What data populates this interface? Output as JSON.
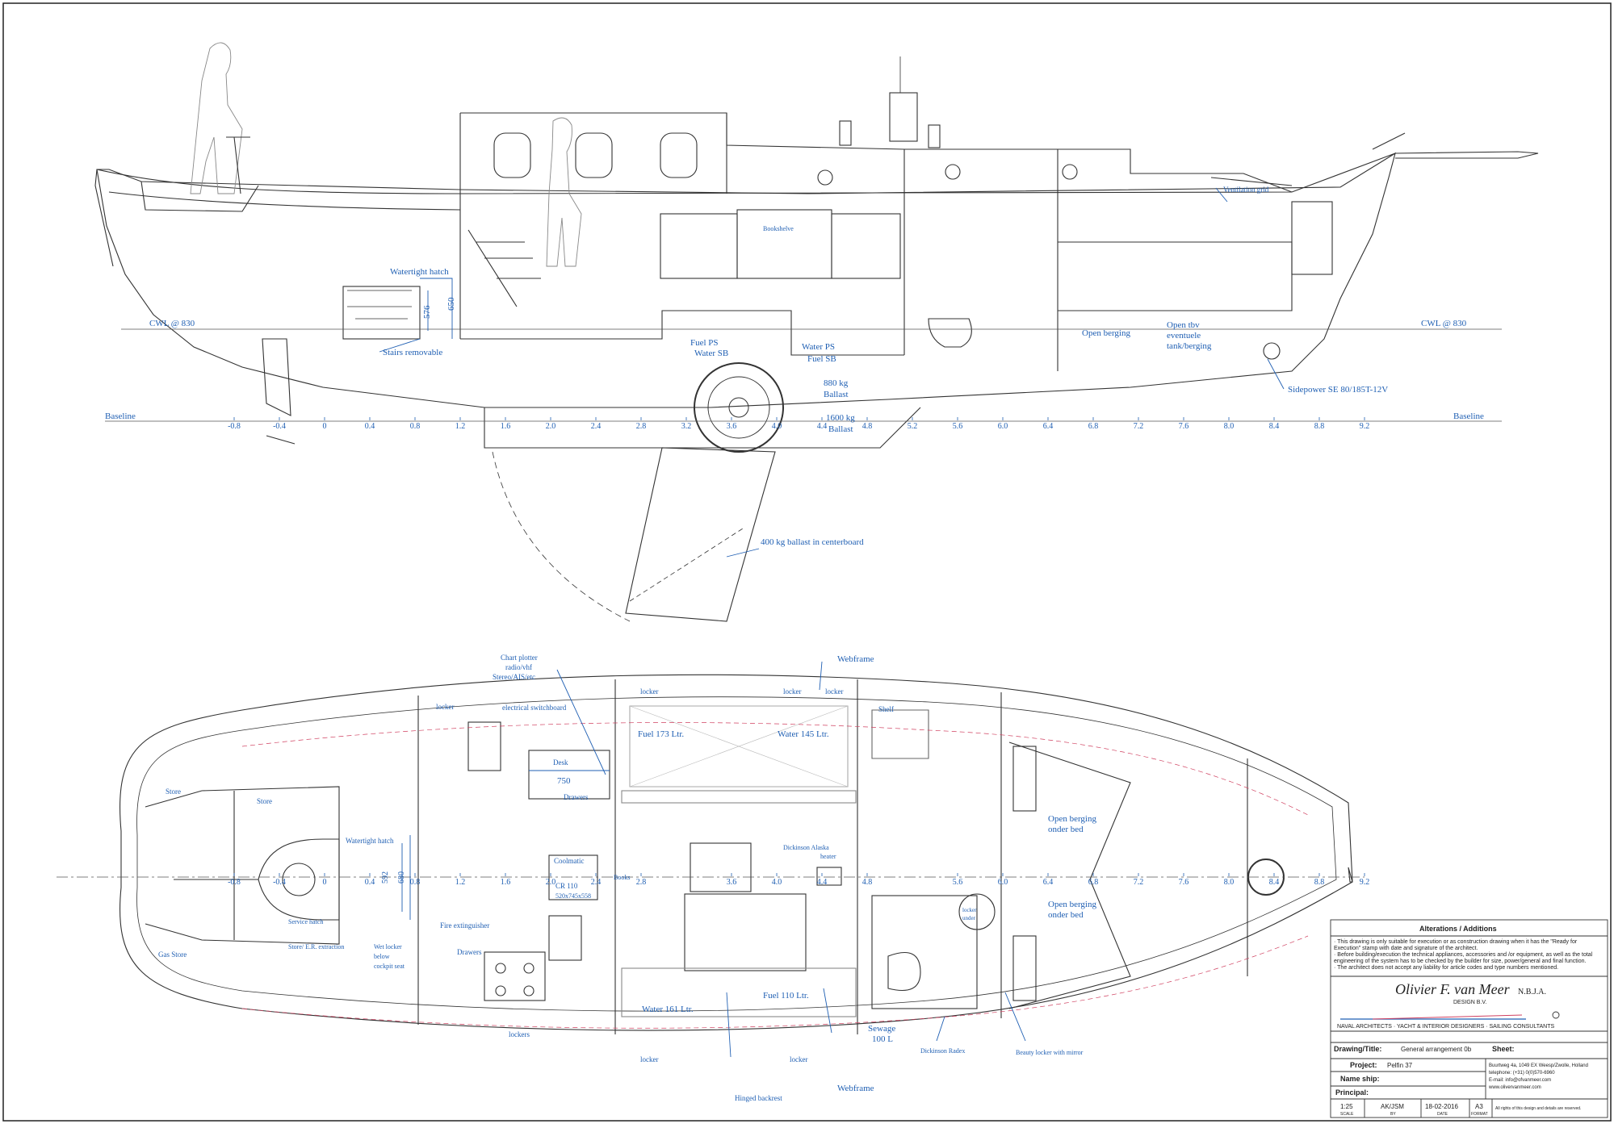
{
  "profile": {
    "cwl_left": "CWL @ 830",
    "cwl_right": "CWL @ 830",
    "baseline_left": "Baseline",
    "baseline_right": "Baseline",
    "ticks": [
      "-0.8",
      "-0.4",
      "0",
      "0.4",
      "0.8",
      "1.2",
      "1.6",
      "2.0",
      "2.4",
      "2.8",
      "3.2",
      "3.6",
      "4.0",
      "4.4",
      "4.8",
      "5.2",
      "5.6",
      "6.0",
      "6.4",
      "6.8",
      "7.2",
      "7.6",
      "8.0",
      "8.4",
      "8.8",
      "9.2"
    ],
    "labels": {
      "watertight_hatch": "Watertight hatch",
      "dim_576": "576",
      "dim_650": "650",
      "stairs_removable": "Stairs removable",
      "bookshelve": "Bookshelve",
      "fuel_ps": "Fuel PS",
      "water_sb": "Water SB",
      "water_ps": "Water PS",
      "fuel_sb": "Fuel SB",
      "ballast_880": "880 kg",
      "ballast_word_1": "Ballast",
      "ballast_1600": "1600 kg",
      "ballast_word_2": "Ballast",
      "ventilation_grid": "Ventilation grid",
      "open_berging": "Open berging",
      "open_tbv_1": "Open tbv",
      "open_tbv_2": "eventuele",
      "open_tbv_3": "tank/berging",
      "sidepower": "Sidepower SE 80/185T-12V",
      "centerboard_ballast": "400 kg ballast in centerboard"
    }
  },
  "plan": {
    "ticks_left": [
      "-0.8",
      "-0.4",
      "0",
      "0.4",
      "0.8",
      "1.2",
      "1.6",
      "2.0",
      "2.4",
      "2.8"
    ],
    "ticks_mid": [
      "3.6",
      "4.0",
      "4.4",
      "4.8"
    ],
    "ticks_right": [
      "5.6",
      "6.0",
      "6.4",
      "6.8",
      "7.2",
      "7.6",
      "8.0",
      "8.4",
      "8.8",
      "9.2"
    ],
    "labels": {
      "chart_plotter_1": "Chart plotter",
      "chart_plotter_2": "radio/vhf",
      "chart_plotter_3": "Stereo/AIS/etc",
      "electrical_switchboard": "electrical switchboard",
      "locker_1": "locker",
      "locker_2": "locker",
      "locker_3": "locker",
      "locker_4": "locker",
      "locker_5": "locker",
      "locker_6": "locker",
      "webframe_top": "Webframe",
      "webframe_bottom": "Webframe",
      "shelf": "Shelf",
      "fuel_173": "Fuel 173 Ltr.",
      "water_145": "Water 145 Ltr.",
      "desk": "Desk",
      "dim_750": "750",
      "drawers_1": "Drawers",
      "drawers_2": "Drawers",
      "store_1": "Store",
      "store_2": "Store",
      "gas_store": "Gas Store",
      "watertight_hatch": "Watertight hatch",
      "dim_592": "592",
      "dim_680": "680",
      "coolmatic_1": "Coolmatic",
      "coolmatic_2": "CR 110",
      "coolmatic_3": "520x745x558",
      "dickinson_1": "Dickinson Alaska",
      "dickinson_2": "heater",
      "books": "Books",
      "open_berging_bed_1": "Open berging",
      "open_berging_bed_2": "onder bed",
      "open_berging_bed_3": "Open berging",
      "open_berging_bed_4": "onder bed",
      "service_hatch_1": "Service hatch",
      "service_hatch_2": "Store/ E.R. extraction",
      "wet_locker_1": "Wet locker",
      "wet_locker_2": "below",
      "wet_locker_3": "cockpit seat",
      "fire_extinguisher": "Fire extinguisher",
      "water_161": "Water 161 Ltr.",
      "fuel_110": "Fuel 110 Ltr.",
      "sewage_1": "Sewage",
      "sewage_2": "100 L",
      "beauty_locker": "Beauty locker with mirror",
      "dickinson_radex": "Dickinson Radex",
      "hinged_backrest": "Hinged backrest",
      "lockers": "lockers",
      "locker_under": "locker",
      "locker_under_2": "under"
    }
  },
  "title_block": {
    "alterations": "Alterations  /  Additions",
    "notes": [
      "· This drawing is only suitable for execution or as construction drawing when it has the \"Ready for",
      "  Execution\" stamp with date and signature of the architect.",
      "· Before building/execution the technical appliances, accessories and /or equipment, as well as the total",
      "  engineering of the system has to be checked by the builder for size, power/general and final function.",
      "· The architect does not accept any liability for article codes and type numbers mentioned."
    ],
    "architect_name": "Olivier F. van Meer",
    "architect_suffix": "N.B.J.A.",
    "architect_sub": "DESIGN B.V.",
    "tagline": "NAVAL ARCHITECTS · YACHT & INTERIOR DESIGNERS · SAILING CONSULTANTS",
    "drawing_label": "Drawing/Title:",
    "drawing_value": "General arrangement 0b",
    "sheet_label": "Sheet:",
    "project_label": "Project:",
    "project_value": "Pelfin 37",
    "name_ship_label": "Name ship:",
    "principal_label": "Principal:",
    "address_1": "Buurtweg 4a, 1049 EX Weesp/Zwolle, Holland",
    "address_2": "telephone: (+31) 0(0)570-6960",
    "address_3": "E-mail: info@ofvanmeer.com",
    "address_4": "www.olivervanmeer.com",
    "scale": "1:25",
    "scale_label": "SCALE",
    "by": "AK/JSM",
    "by_label": "BY",
    "date": "18-02-2016",
    "date_label": "DATE",
    "format": "A3",
    "format_label": "FORMAT",
    "rights": "All rights of this design and details are reserved."
  }
}
